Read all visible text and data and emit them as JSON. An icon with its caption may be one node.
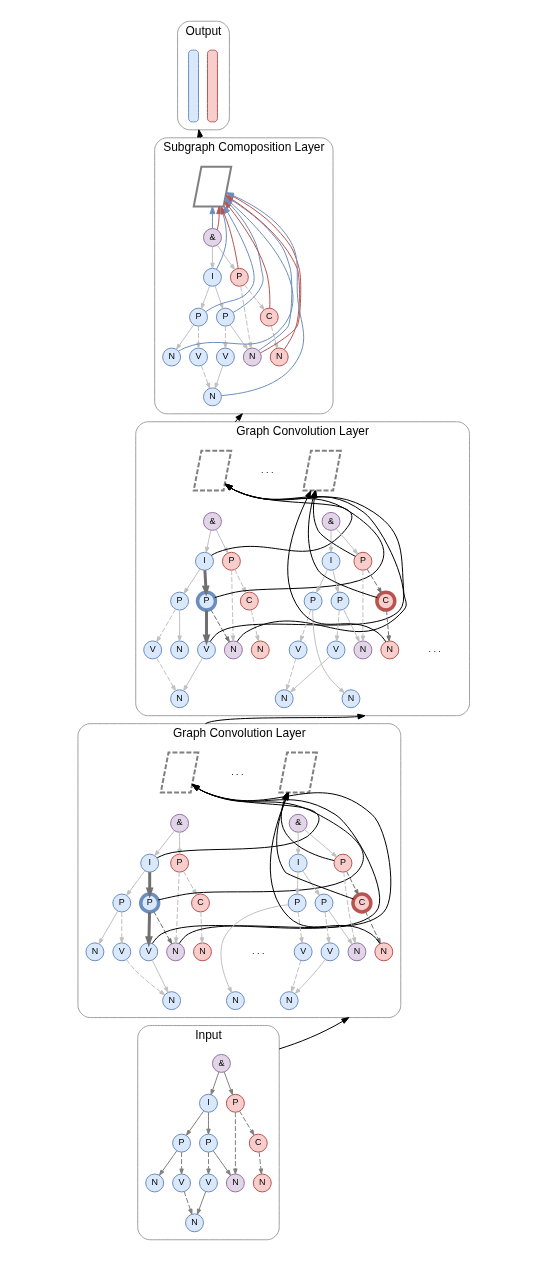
{
  "diagram": {
    "nodes": [
      {
        "text": [
          "Output"
        ]
      },
      {
        "text": [],
        "shape": "bar",
        "in": 0
      },
      {
        "text": [],
        "shape": "bar",
        "in": 0
      },
      {
        "text": [
          "Subgraph Comoposition Layer"
        ]
      },
      {
        "text": [],
        "shape": "parallelogram",
        "in": 3
      },
      {
        "text": [
          "&"
        ],
        "in": 3
      },
      {
        "text": [
          "I"
        ],
        "in": 3
      },
      {
        "text": [
          "P"
        ],
        "in": 3
      },
      {
        "text": [
          "P"
        ],
        "in": 3
      },
      {
        "text": [
          "P"
        ],
        "in": 3
      },
      {
        "text": [
          "C"
        ],
        "in": 3
      },
      {
        "text": [
          "N"
        ],
        "in": 3
      },
      {
        "text": [
          "V"
        ],
        "in": 3
      },
      {
        "text": [
          "V"
        ],
        "in": 3
      },
      {
        "text": [
          "N"
        ],
        "in": 3
      },
      {
        "text": [
          "N"
        ],
        "in": 3
      },
      {
        "text": [
          "N"
        ],
        "in": 3
      },
      {
        "text": [
          "Graph Convolution Layer"
        ]
      },
      {
        "text": [],
        "shape": "parallelogram",
        "in": 17
      },
      {
        "text": [
          "&"
        ],
        "in": 17
      },
      {
        "text": [
          "I"
        ],
        "in": 17
      },
      {
        "text": [
          "P"
        ],
        "in": 17
      },
      {
        "text": [
          "P"
        ],
        "in": 17
      },
      {
        "text": [
          "P"
        ],
        "in": 17
      },
      {
        "text": [
          "C"
        ],
        "in": 17
      },
      {
        "text": [
          "N"
        ],
        "in": 17
      },
      {
        "text": [
          "V"
        ],
        "in": 17
      },
      {
        "text": [
          "V"
        ],
        "in": 17
      },
      {
        "text": [
          "N"
        ],
        "in": 17
      },
      {
        "text": [
          "N"
        ],
        "in": 17
      },
      {
        "text": [
          "N"
        ],
        "in": 17
      },
      {
        "text": [],
        "shape": "parallelogram",
        "in": 17
      },
      {
        "text": [
          "&"
        ],
        "in": 17
      },
      {
        "text": [
          "I"
        ],
        "in": 17
      },
      {
        "text": [
          "P"
        ],
        "in": 17
      },
      {
        "text": [
          "P"
        ],
        "in": 17
      },
      {
        "text": [
          "P"
        ],
        "in": 17
      },
      {
        "text": [
          "C"
        ],
        "in": 17
      },
      {
        "text": [
          "N"
        ],
        "in": 17
      },
      {
        "text": [
          "V"
        ],
        "in": 17
      },
      {
        "text": [
          "V"
        ],
        "in": 17
      },
      {
        "text": [
          "N"
        ],
        "in": 17
      },
      {
        "text": [
          "N"
        ],
        "in": 17
      },
      {
        "text": [
          "N"
        ],
        "in": 17
      },
      {
        "text": [
          "Graph Convolution Layer"
        ]
      },
      {
        "text": [],
        "shape": "parallelogram",
        "in": 44
      },
      {
        "text": [
          "&"
        ],
        "in": 44
      },
      {
        "text": [
          "I"
        ],
        "in": 44
      },
      {
        "text": [
          "P"
        ],
        "in": 44
      },
      {
        "text": [
          "P"
        ],
        "in": 44
      },
      {
        "text": [
          "P"
        ],
        "in": 44
      },
      {
        "text": [
          "C"
        ],
        "in": 44
      },
      {
        "text": [
          "N"
        ],
        "in": 44
      },
      {
        "text": [
          "V"
        ],
        "in": 44
      },
      {
        "text": [
          "V"
        ],
        "in": 44
      },
      {
        "text": [
          "N"
        ],
        "in": 44
      },
      {
        "text": [
          "N"
        ],
        "in": 44
      },
      {
        "text": [
          "N"
        ],
        "in": 44
      },
      {
        "text": [],
        "shape": "parallelogram",
        "in": 44
      },
      {
        "text": [
          "&"
        ],
        "in": 44
      },
      {
        "text": [
          "I"
        ],
        "in": 44
      },
      {
        "text": [
          "P"
        ],
        "in": 44
      },
      {
        "text": [
          "P"
        ],
        "in": 44
      },
      {
        "text": [
          "P"
        ],
        "in": 44
      },
      {
        "text": [
          "C"
        ],
        "in": 44
      },
      {
        "text": [
          "N"
        ],
        "in": 44
      },
      {
        "text": [
          "V"
        ],
        "in": 44
      },
      {
        "text": [
          "V"
        ],
        "in": 44
      },
      {
        "text": [
          "N"
        ],
        "in": 44
      },
      {
        "text": [
          "N"
        ],
        "in": 44
      },
      {
        "text": [
          "N"
        ],
        "in": 44
      },
      {
        "text": [
          "Input"
        ]
      },
      {
        "text": [
          "&"
        ],
        "in": 71
      },
      {
        "text": [
          "I"
        ],
        "in": 71
      },
      {
        "text": [
          "P"
        ],
        "in": 71
      },
      {
        "text": [
          "P"
        ],
        "in": 71
      },
      {
        "text": [
          "P"
        ],
        "in": 71
      },
      {
        "text": [
          "C"
        ],
        "in": 71
      },
      {
        "text": [
          "N"
        ],
        "in": 71
      },
      {
        "text": [
          "V"
        ],
        "in": 71
      },
      {
        "text": [
          "V"
        ],
        "in": 71
      },
      {
        "text": [
          "N"
        ],
        "in": 71
      },
      {
        "text": [
          "N"
        ],
        "in": 71
      },
      {
        "text": [
          "N"
        ],
        "in": 71
      }
    ],
    "edges": [
      {
        "from": 5,
        "to": 6,
        "arrow": "to"
      },
      {
        "from": 5,
        "to": 7,
        "arrow": "to"
      },
      {
        "from": 6,
        "to": 8,
        "arrow": "to"
      },
      {
        "from": 6,
        "to": 9,
        "arrow": "to"
      },
      {
        "from": 7,
        "to": 14,
        "arrow": "to",
        "style": "dashed"
      },
      {
        "from": 7,
        "to": 10,
        "arrow": "to",
        "style": "dashed"
      },
      {
        "from": 8,
        "to": 11,
        "arrow": "to"
      },
      {
        "from": 8,
        "to": 12,
        "arrow": "to",
        "style": "dashed"
      },
      {
        "from": 9,
        "to": 13,
        "arrow": "to",
        "style": "dashed"
      },
      {
        "from": 9,
        "to": 14,
        "arrow": "to"
      },
      {
        "from": 10,
        "to": 15,
        "arrow": "to",
        "style": "dashed"
      },
      {
        "from": 12,
        "to": 16,
        "arrow": "to",
        "style": "dashed"
      },
      {
        "from": 13,
        "to": 16,
        "arrow": "to"
      },
      {
        "from": 5,
        "to": 4,
        "arrow": "to",
        "color": "#6c8ebf"
      },
      {
        "from": 6,
        "to": 4,
        "arrow": "to",
        "color": "#6c8ebf"
      },
      {
        "from": 8,
        "to": 4,
        "arrow": "to",
        "color": "#6c8ebf"
      },
      {
        "from": 9,
        "to": 4,
        "arrow": "to",
        "color": "#6c8ebf"
      },
      {
        "from": 11,
        "to": 4,
        "arrow": "to",
        "color": "#6c8ebf"
      },
      {
        "from": 14,
        "to": 4,
        "arrow": "to",
        "color": "#6c8ebf"
      },
      {
        "from": 16,
        "to": 4,
        "arrow": "to",
        "color": "#6c8ebf"
      },
      {
        "from": 5,
        "to": 4,
        "arrow": "to",
        "color": "#b85450"
      },
      {
        "from": 7,
        "to": 4,
        "arrow": "to",
        "color": "#b85450"
      },
      {
        "from": 10,
        "to": 4,
        "arrow": "to",
        "color": "#b85450"
      },
      {
        "from": 14,
        "to": 4,
        "arrow": "to",
        "color": "#b85450"
      },
      {
        "from": 15,
        "to": 4,
        "arrow": "to",
        "color": "#b85450"
      },
      {
        "from": 19,
        "to": 20,
        "arrow": "to"
      },
      {
        "from": 19,
        "to": 21,
        "arrow": "to"
      },
      {
        "from": 20,
        "to": 22,
        "arrow": "to"
      },
      {
        "from": 20,
        "to": 23,
        "arrow": "to",
        "style": "thick",
        "color": "#707070"
      },
      {
        "from": 21,
        "to": 28,
        "arrow": "to",
        "style": "dashed"
      },
      {
        "from": 21,
        "to": 24,
        "arrow": "to",
        "style": "dashed"
      },
      {
        "from": 22,
        "to": 25,
        "arrow": "to"
      },
      {
        "from": 22,
        "to": 26,
        "arrow": "to",
        "style": "dashed"
      },
      {
        "from": 23,
        "to": 27,
        "arrow": "to",
        "style": "thick",
        "color": "#707070"
      },
      {
        "from": 23,
        "to": 28,
        "arrow": "to",
        "style": "dashed",
        "color": "#707070"
      },
      {
        "from": 24,
        "to": 29,
        "arrow": "to",
        "style": "dashed"
      },
      {
        "from": 26,
        "to": 30,
        "arrow": "to",
        "style": "dashed"
      },
      {
        "from": 27,
        "to": 30,
        "arrow": "to"
      },
      {
        "from": 20,
        "to": 18,
        "arrow": "to",
        "color": "#000000"
      },
      {
        "from": 23,
        "to": 18,
        "arrow": "to",
        "color": "#000000"
      },
      {
        "from": 27,
        "to": 18,
        "arrow": "to",
        "color": "#000000"
      },
      {
        "from": 28,
        "to": 18,
        "arrow": "to",
        "color": "#000000"
      },
      {
        "from": 32,
        "to": 33,
        "arrow": "to"
      },
      {
        "from": 32,
        "to": 34,
        "arrow": "to"
      },
      {
        "from": 33,
        "to": 35,
        "arrow": "to"
      },
      {
        "from": 33,
        "to": 36,
        "arrow": "to"
      },
      {
        "from": 34,
        "to": 41,
        "arrow": "to",
        "style": "dashed"
      },
      {
        "from": 34,
        "to": 37,
        "arrow": "to",
        "style": "dashed",
        "color": "#707070"
      },
      {
        "from": 35,
        "to": 38,
        "arrow": "to"
      },
      {
        "from": 35,
        "to": 39,
        "arrow": "to",
        "style": "dashed"
      },
      {
        "from": 36,
        "to": 40,
        "arrow": "to",
        "style": "dashed"
      },
      {
        "from": 36,
        "to": 41,
        "arrow": "to"
      },
      {
        "from": 37,
        "to": 42,
        "arrow": "to",
        "style": "dashed",
        "color": "#707070"
      },
      {
        "from": 39,
        "to": 43,
        "arrow": "to",
        "style": "dashed"
      },
      {
        "from": 40,
        "to": 43,
        "arrow": "to"
      },
      {
        "from": 34,
        "to": 31,
        "arrow": "to",
        "color": "#000000"
      },
      {
        "from": 37,
        "to": 31,
        "arrow": "to",
        "color": "#000000"
      },
      {
        "from": 42,
        "to": 31,
        "arrow": "to",
        "color": "#000000"
      },
      {
        "from": 46,
        "to": 47,
        "arrow": "to"
      },
      {
        "from": 46,
        "to": 48,
        "arrow": "to"
      },
      {
        "from": 47,
        "to": 49,
        "arrow": "to"
      },
      {
        "from": 47,
        "to": 50,
        "arrow": "to",
        "style": "thick",
        "color": "#707070"
      },
      {
        "from": 48,
        "to": 55,
        "arrow": "to",
        "style": "dashed"
      },
      {
        "from": 48,
        "to": 51,
        "arrow": "to",
        "style": "dashed"
      },
      {
        "from": 49,
        "to": 52,
        "arrow": "to"
      },
      {
        "from": 49,
        "to": 53,
        "arrow": "to",
        "style": "dashed"
      },
      {
        "from": 50,
        "to": 54,
        "arrow": "to",
        "style": "thick",
        "color": "#707070"
      },
      {
        "from": 50,
        "to": 55,
        "arrow": "to",
        "style": "dashed",
        "color": "#707070"
      },
      {
        "from": 51,
        "to": 56,
        "arrow": "to",
        "style": "dashed"
      },
      {
        "from": 53,
        "to": 57,
        "arrow": "to",
        "style": "dashed"
      },
      {
        "from": 54,
        "to": 57,
        "arrow": "to"
      },
      {
        "from": 47,
        "to": 45,
        "arrow": "to",
        "color": "#000000"
      },
      {
        "from": 50,
        "to": 45,
        "arrow": "to",
        "color": "#000000"
      },
      {
        "from": 54,
        "to": 45,
        "arrow": "to",
        "color": "#000000"
      },
      {
        "from": 55,
        "to": 45,
        "arrow": "to",
        "color": "#000000"
      },
      {
        "from": 59,
        "to": 60,
        "arrow": "to"
      },
      {
        "from": 59,
        "to": 61,
        "arrow": "to"
      },
      {
        "from": 60,
        "to": 62,
        "arrow": "to"
      },
      {
        "from": 60,
        "to": 63,
        "arrow": "to"
      },
      {
        "from": 61,
        "to": 68,
        "arrow": "to",
        "style": "dashed"
      },
      {
        "from": 61,
        "to": 64,
        "arrow": "to",
        "style": "dashed",
        "color": "#707070"
      },
      {
        "from": 62,
        "to": 65,
        "arrow": "to"
      },
      {
        "from": 62,
        "to": 66,
        "arrow": "to",
        "style": "dashed"
      },
      {
        "from": 63,
        "to": 67,
        "arrow": "to",
        "style": "dashed"
      },
      {
        "from": 63,
        "to": 68,
        "arrow": "to"
      },
      {
        "from": 64,
        "to": 69,
        "arrow": "to",
        "style": "dashed",
        "color": "#707070"
      },
      {
        "from": 66,
        "to": 70,
        "arrow": "to",
        "style": "dashed"
      },
      {
        "from": 67,
        "to": 70,
        "arrow": "to"
      },
      {
        "from": 61,
        "to": 58,
        "arrow": "to",
        "color": "#000000"
      },
      {
        "from": 64,
        "to": 58,
        "arrow": "to",
        "color": "#000000"
      },
      {
        "from": 69,
        "to": 58,
        "arrow": "to",
        "color": "#000000"
      },
      {
        "from": 72,
        "to": 73,
        "arrow": "to",
        "color": "#808080"
      },
      {
        "from": 72,
        "to": 74,
        "arrow": "to",
        "color": "#808080"
      },
      {
        "from": 73,
        "to": 75,
        "arrow": "to",
        "color": "#808080"
      },
      {
        "from": 73,
        "to": 76,
        "arrow": "to",
        "color": "#808080"
      },
      {
        "from": 74,
        "to": 81,
        "arrow": "to",
        "style": "dashed",
        "color": "#808080"
      },
      {
        "from": 74,
        "to": 77,
        "arrow": "to",
        "style": "dashed",
        "color": "#808080"
      },
      {
        "from": 75,
        "to": 78,
        "arrow": "to",
        "color": "#808080"
      },
      {
        "from": 75,
        "to": 79,
        "arrow": "to",
        "style": "dashed",
        "color": "#808080"
      },
      {
        "from": 76,
        "to": 80,
        "arrow": "to",
        "style": "dashed",
        "color": "#808080"
      },
      {
        "from": 76,
        "to": 81,
        "arrow": "to",
        "color": "#808080"
      },
      {
        "from": 77,
        "to": 82,
        "arrow": "to",
        "style": "dashed",
        "color": "#808080"
      },
      {
        "from": 79,
        "to": 83,
        "arrow": "to",
        "style": "dashed",
        "color": "#808080"
      },
      {
        "from": 80,
        "to": 83,
        "arrow": "to",
        "color": "#808080"
      },
      {
        "from": 71,
        "to": 44,
        "arrow": "to",
        "color": "#000000"
      },
      {
        "from": 44,
        "to": 17,
        "arrow": "to",
        "color": "#000000"
      },
      {
        "from": 17,
        "to": 3,
        "arrow": "to",
        "style": "dashed",
        "color": "#000000"
      },
      {
        "from": 3,
        "to": 0,
        "arrow": "to",
        "color": "#000000"
      }
    ],
    "labels": [
      ". . .",
      ". . .",
      ". . .",
      ". . ."
    ]
  }
}
